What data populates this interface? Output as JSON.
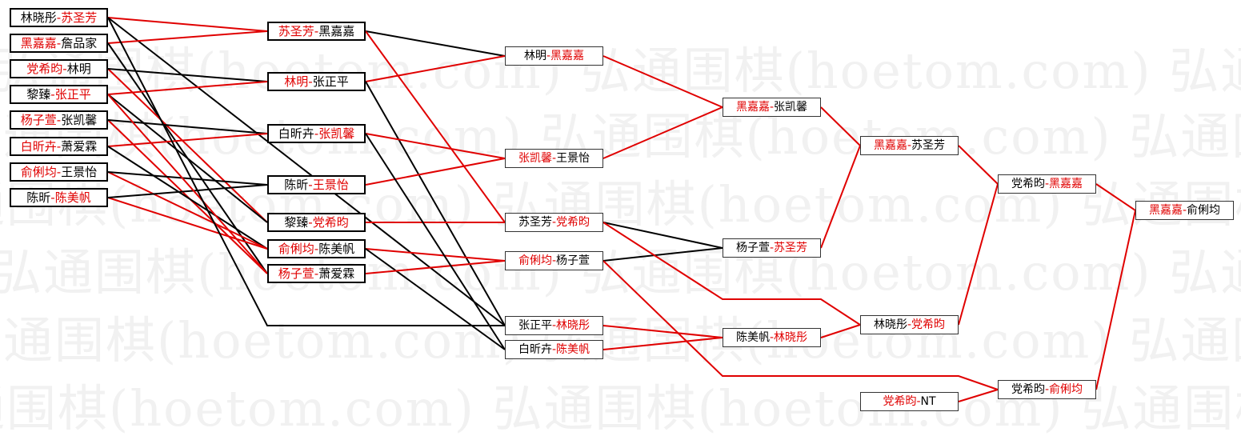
{
  "watermark": {
    "text": "弘通围棋(hoetom.com) 弘通围棋(hoetom.com) 弘通围棋(hoetom.com)"
  },
  "colors": {
    "winner": "#e00000",
    "loser": "#000000",
    "win_line": "#e00000",
    "lose_line": "#000000"
  },
  "bracket": {
    "round1": [
      {
        "p1": "林晓彤",
        "p2": "苏圣芳",
        "winner": 2
      },
      {
        "p1": "黑嘉嘉",
        "p2": "詹品家",
        "winner": 1
      },
      {
        "p1": "党希昀",
        "p2": "林明",
        "winner": 1
      },
      {
        "p1": "黎臻",
        "p2": "张正平",
        "winner": 2
      },
      {
        "p1": "杨子萱",
        "p2": "张凯馨",
        "winner": 1
      },
      {
        "p1": "白昕卉",
        "p2": "萧爱霖",
        "winner": 1
      },
      {
        "p1": "俞俐均",
        "p2": "王景怡",
        "winner": 1
      },
      {
        "p1": "陈昕",
        "p2": "陈美帆",
        "winner": 2
      }
    ],
    "round2": [
      {
        "p1": "苏圣芳",
        "p2": "黑嘉嘉",
        "winner": 1
      },
      {
        "p1": "林明",
        "p2": "张正平",
        "winner": 1
      },
      {
        "p1": "白昕卉",
        "p2": "张凯馨",
        "winner": 2
      },
      {
        "p1": "陈昕",
        "p2": "王景怡",
        "winner": 2
      },
      {
        "p1": "黎臻",
        "p2": "党希昀",
        "winner": 2
      },
      {
        "p1": "俞俐均",
        "p2": "陈美帆",
        "winner": 1
      },
      {
        "p1": "杨子萱",
        "p2": "萧爱霖",
        "winner": 1
      }
    ],
    "round3": [
      {
        "p1": "林明",
        "p2": "黑嘉嘉",
        "winner": 2
      },
      {
        "p1": "张凯馨",
        "p2": "王景怡",
        "winner": 1
      },
      {
        "p1": "苏圣芳",
        "p2": "党希昀",
        "winner": 2
      },
      {
        "p1": "俞俐均",
        "p2": "杨子萱",
        "winner": 1
      },
      {
        "p1": "张正平",
        "p2": "林晓彤",
        "winner": 2
      },
      {
        "p1": "白昕卉",
        "p2": "陈美帆",
        "winner": 2
      }
    ],
    "round4": [
      {
        "p1": "黑嘉嘉",
        "p2": "张凯馨",
        "winner": 1
      },
      {
        "p1": "杨子萱",
        "p2": "苏圣芳",
        "winner": 2
      },
      {
        "p1": "陈美帆",
        "p2": "林晓彤",
        "winner": 2
      }
    ],
    "round5": [
      {
        "p1": "黑嘉嘉",
        "p2": "苏圣芳",
        "winner": 1
      },
      {
        "p1": "林晓彤",
        "p2": "党希昀",
        "winner": 2
      },
      {
        "p1": "党希昀",
        "p2": "NT",
        "winner": 1
      }
    ],
    "round6": [
      {
        "p1": "党希昀",
        "p2": "黑嘉嘉",
        "winner": 2
      },
      {
        "p1": "党希昀",
        "p2": "俞俐均",
        "winner": 2
      }
    ],
    "round7": [
      {
        "p1": "黑嘉嘉",
        "p2": "俞俐均",
        "winner": 1
      }
    ]
  }
}
